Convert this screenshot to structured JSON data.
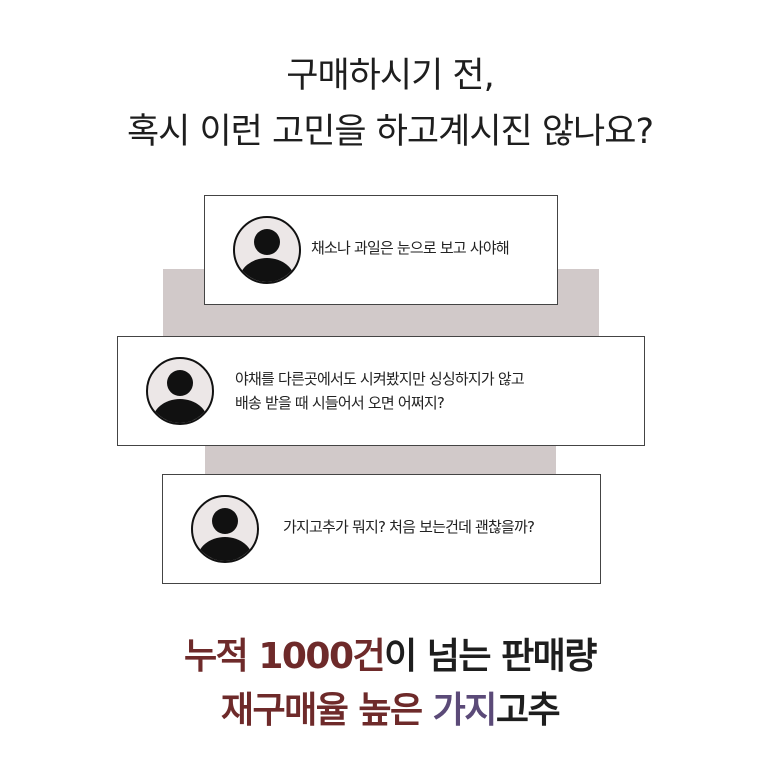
{
  "headline": {
    "line1": "구매하시기 전,",
    "line2": "혹시 이런 고민을 하고계시진 않나요?"
  },
  "cards": [
    {
      "message_line1": "채소나 과일은 눈으로 보고 사야해"
    },
    {
      "message_line1": "야채를 다른곳에서도 시켜봤지만 싱싱하지가 않고",
      "message_line2": "배송 받을 때 시들어서 오면 어쩌지?"
    },
    {
      "message_line1": "가지고추가 뭐지? 처음 보는건데 괜찮을까?"
    }
  ],
  "closing": {
    "line1_accent": "누적 1000건",
    "line1_rest": "이 넘는 판매량",
    "line2_accent1": "재구매율 높은 ",
    "line2_accent2": "가지",
    "line2_rest": "고추"
  },
  "colors": {
    "accent_red": "#6e2a2a",
    "accent_purple": "#5b4a78",
    "block_bg": "#d1c9c9"
  },
  "icons": [
    "user-avatar-icon"
  ]
}
